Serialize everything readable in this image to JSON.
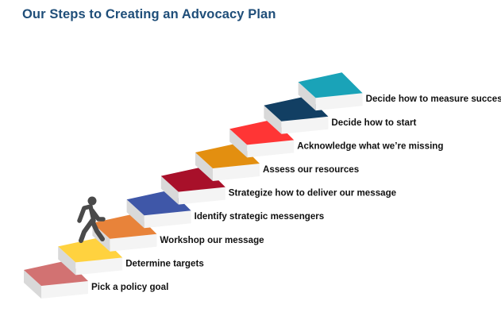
{
  "title": "Our Steps to Creating an Advocacy Plan",
  "steps": [
    {
      "label": "Pick a policy goal",
      "color": "#d27272"
    },
    {
      "label": "Determine targets",
      "color": "#ffd23f"
    },
    {
      "label": "Workshop our message",
      "color": "#e8833a"
    },
    {
      "label": "Identify strategic messengers",
      "color": "#3f57a8"
    },
    {
      "label": "Strategize how to deliver our message",
      "color": "#a8102a"
    },
    {
      "label": "Assess our resources",
      "color": "#e38f10"
    },
    {
      "label": "Acknowledge what we’re missing",
      "color": "#ff3535"
    },
    {
      "label": "Decide how to start",
      "color": "#123f63"
    },
    {
      "label": "Decide how to measure success",
      "color": "#1aa3b8"
    }
  ],
  "figure": {
    "icon": "walking-person-icon",
    "color": "#4a4a4a"
  },
  "colors": {
    "title": "#1f4e79",
    "riser": "#f4f4f4",
    "side": "#d9d9d9"
  }
}
